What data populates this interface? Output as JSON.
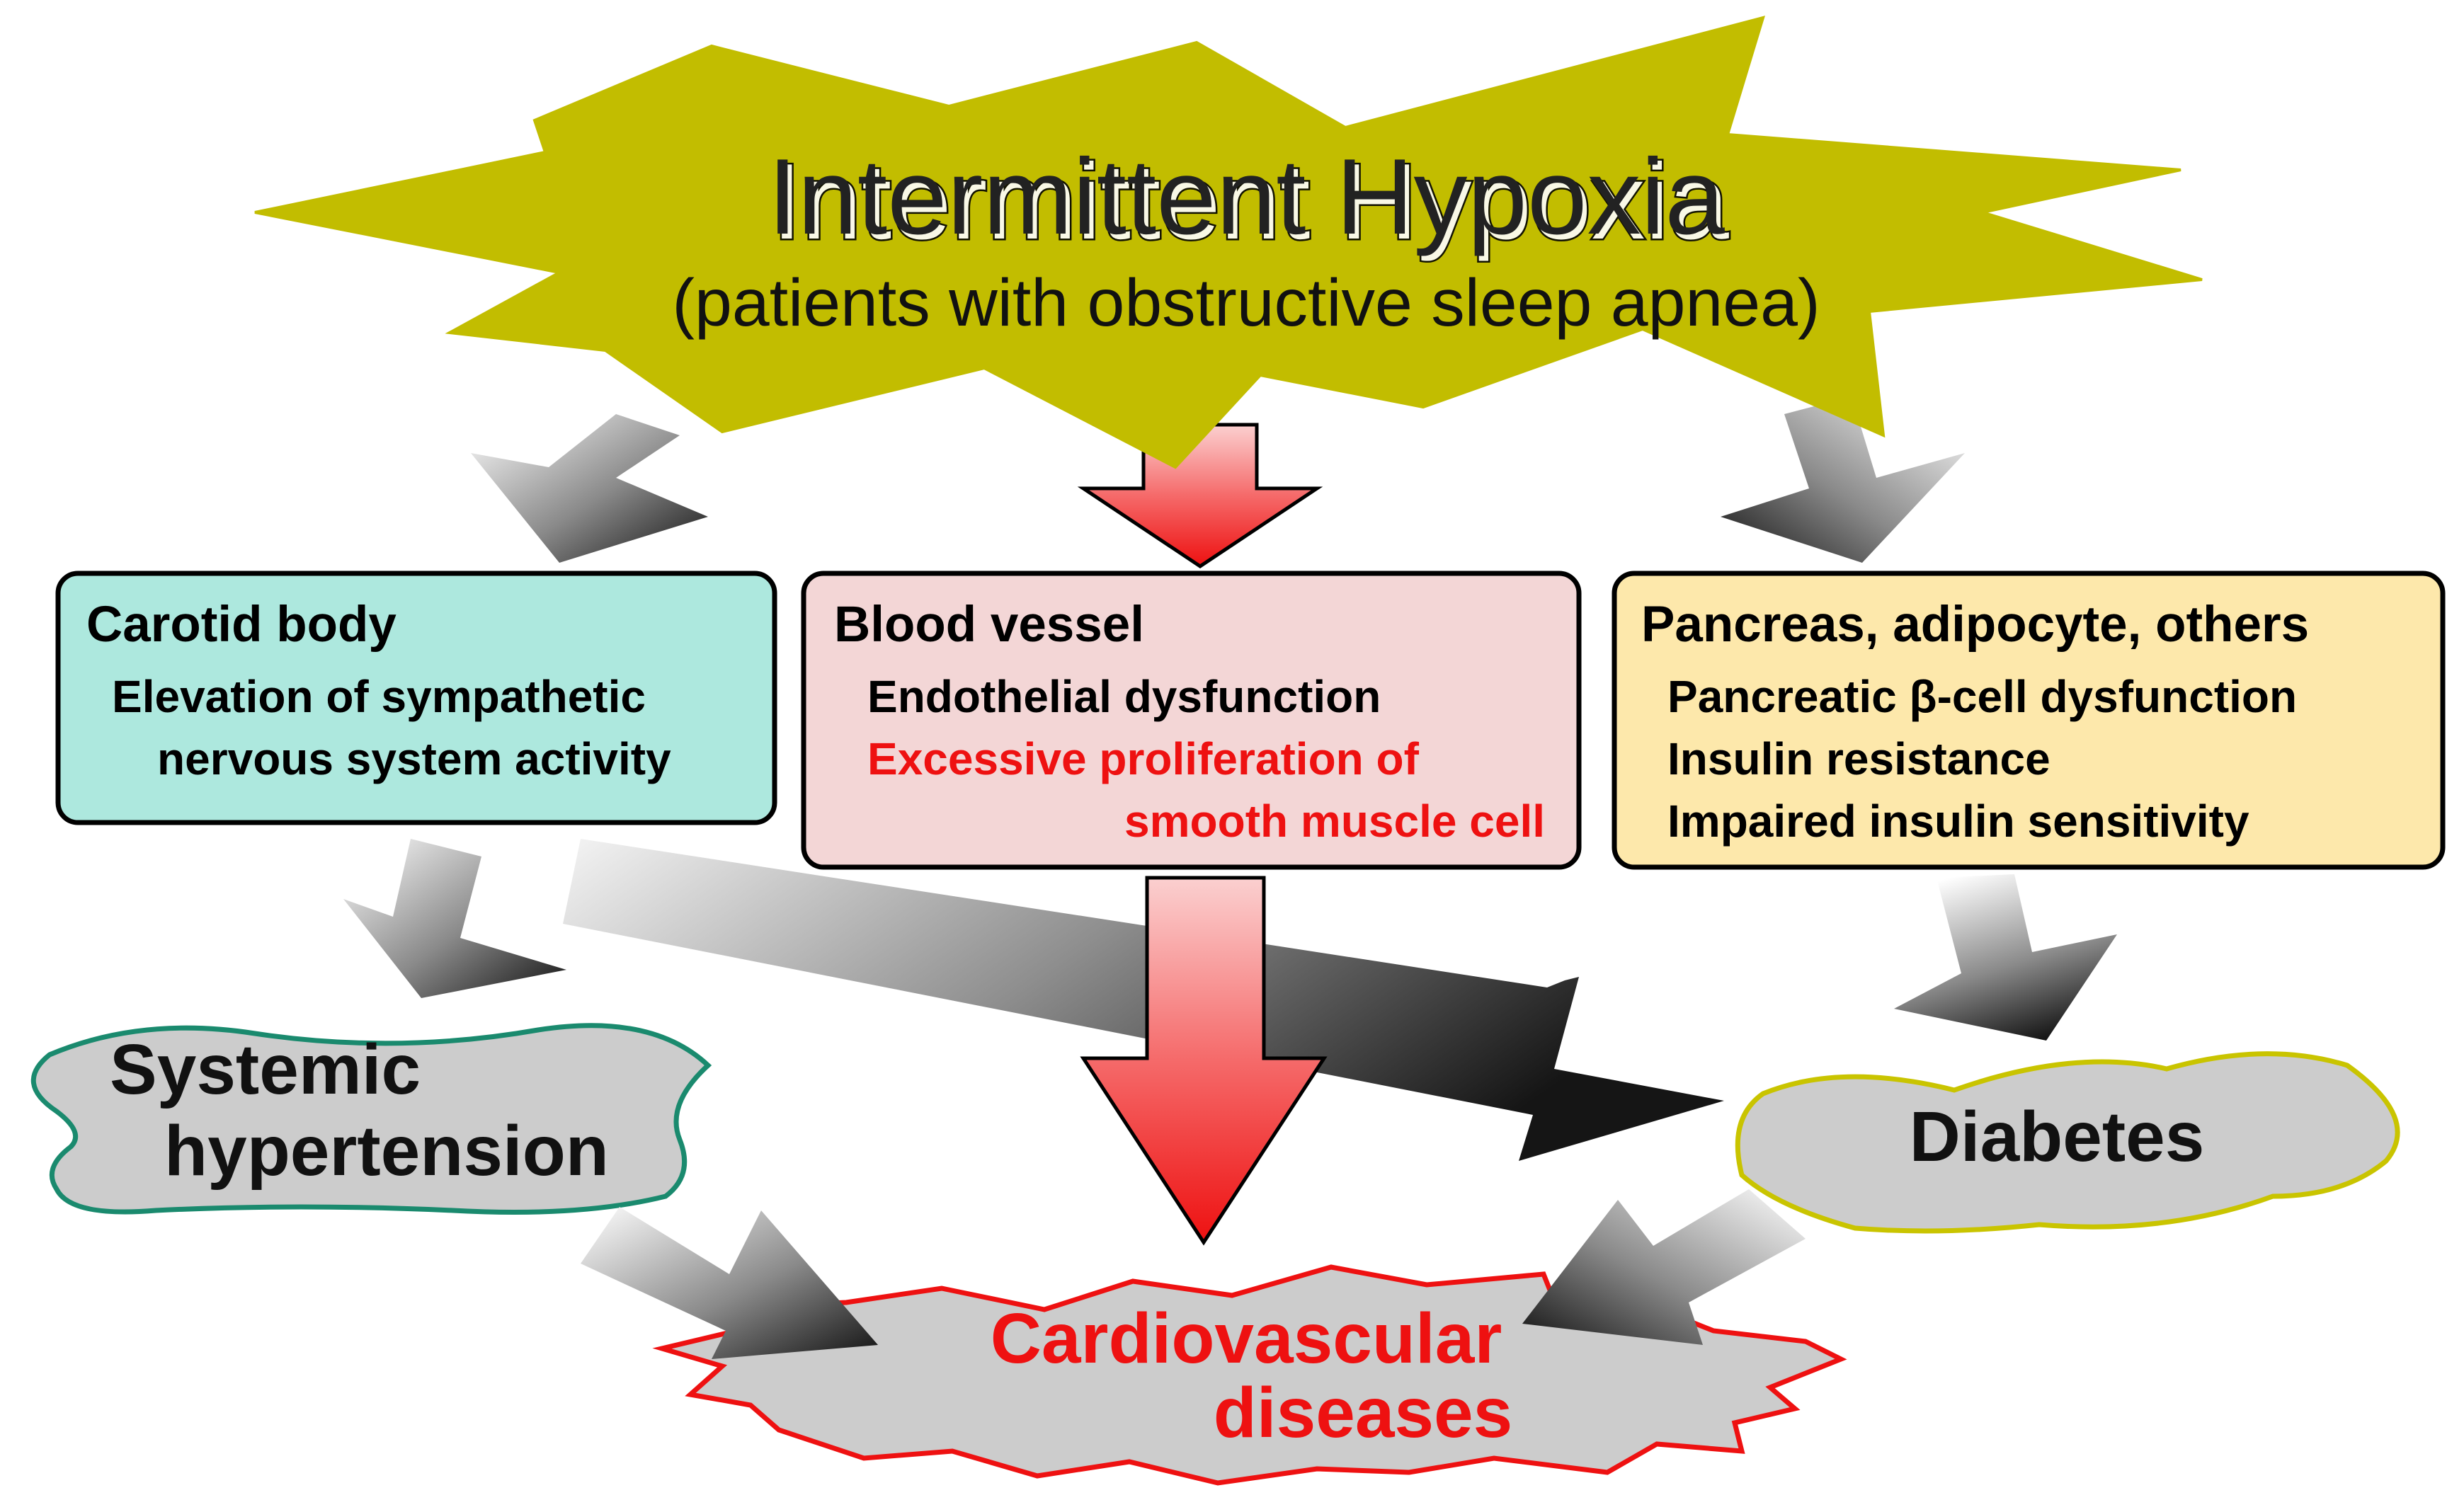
{
  "header": {
    "title": "Intermittent Hypoxia",
    "subtitle": "(patients with obstructive sleep apnea)"
  },
  "boxes": {
    "carotid": {
      "title": "Carotid body",
      "lines": [
        "Elevation of sympathetic",
        "nervous system activity"
      ]
    },
    "vessel": {
      "title": "Blood vessel",
      "lines": [
        "Endothelial dysfunction",
        "Excessive proliferation of",
        "smooth muscle cell"
      ]
    },
    "pancreas": {
      "title": "Pancreas, adipocyte, others",
      "lines": [
        "Pancreatic β-cell dysfunction",
        "Insulin resistance",
        "Impaired insulin sensitivity"
      ]
    }
  },
  "outcomes": {
    "hypertension": [
      "Systemic",
      "hypertension"
    ],
    "diabetes": "Diabetes",
    "cvd": [
      "Cardiovascular",
      "diseases"
    ]
  },
  "colors": {
    "hypoxia_fill": "#c2bd00",
    "carotid_fill": "#ade8de",
    "vessel_fill": "#f3d6d6",
    "pancreas_fill": "#fde8ab",
    "outcome_fill": "#cccccc",
    "hypertension_border": "#1a8a6e",
    "diabetes_border": "#c9c400",
    "cvd_border": "#ee1111",
    "emphasis_text": "#ee1111"
  }
}
